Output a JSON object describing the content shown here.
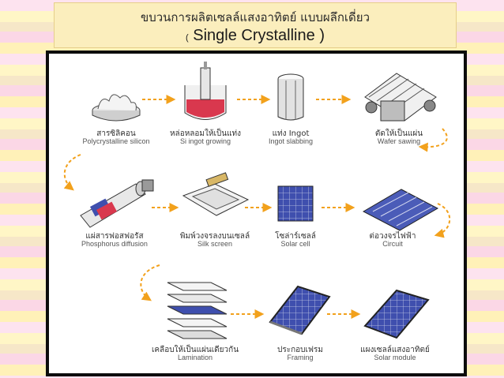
{
  "header": {
    "title_th": "ขบวนการผลิตเซลล์แสงอาทิตย์ แบบผลึกเดี่ยว",
    "title_en": "Single Crystalline",
    "paren_open": "(",
    "paren_close": ")"
  },
  "steps": [
    {
      "th": "สารซิลิคอน",
      "en": "Polycrystalline silicon",
      "icon": "polysilicon-icon"
    },
    {
      "th": "หล่อหลอมให้เป็นแท่ง",
      "en": "Si ingot growing",
      "icon": "ingot-growing-icon"
    },
    {
      "th": "แท่ง Ingot",
      "en": "Ingot slabbing",
      "icon": "ingot-slab-icon"
    },
    {
      "th": "ตัดให้เป็นแผ่น",
      "en": "Wafer sawing",
      "icon": "wafer-saw-icon"
    },
    {
      "th": "แผ่สารฟอสฟอรัส",
      "en": "Phosphorus diffusion",
      "icon": "diffusion-furnace-icon"
    },
    {
      "th": "พิมพ์วงจรลงบนเซลล์",
      "en": "Silk screen",
      "icon": "silk-screen-icon"
    },
    {
      "th": "โซล่าร์เซลล์",
      "en": "Solar cell",
      "icon": "solar-cell-icon"
    },
    {
      "th": "ต่อวงจรไฟฟ้า",
      "en": "Circuit",
      "icon": "circuit-icon"
    },
    {
      "th": "เคลือบให้เป็นแผ่นเดียวกัน",
      "en": "Lamination",
      "icon": "lamination-icon"
    },
    {
      "th": "ประกอบเฟรม",
      "en": "Framing",
      "icon": "framing-icon"
    },
    {
      "th": "แผงเซลล์แสงอาทิตย์",
      "en": "Solar module",
      "icon": "solar-module-icon"
    }
  ],
  "colors": {
    "arrow": "#f2a11c",
    "cell": "#3f4fae",
    "melt": "#d9384e"
  }
}
